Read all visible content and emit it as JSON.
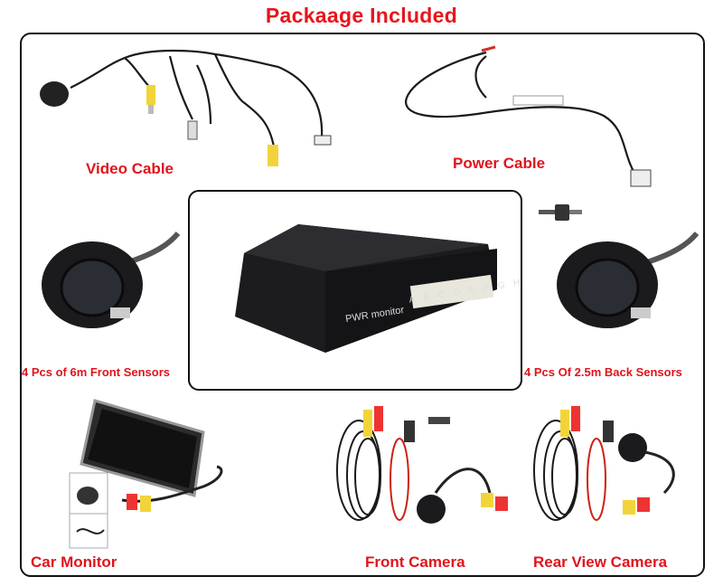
{
  "page": {
    "title": "Packaage Included"
  },
  "items": {
    "video_cable": "Video Cable",
    "power_cable": "Power Cable",
    "front_sensors": "4 Pcs of 6m Front Sensors",
    "back_sensors": "4 Pcs Of 2.5m Back Sensors",
    "car_monitor": "Car Monitor",
    "front_camera": "Front Camera",
    "rear_camera": "Rear View Camera"
  },
  "control_unit": {
    "pwr_label": "PWR monitor",
    "ports": [
      "A",
      "B",
      "C",
      "D",
      "E",
      "F",
      "G",
      "H"
    ]
  },
  "colors": {
    "accent": "#e0141c",
    "frame": "#111111"
  }
}
